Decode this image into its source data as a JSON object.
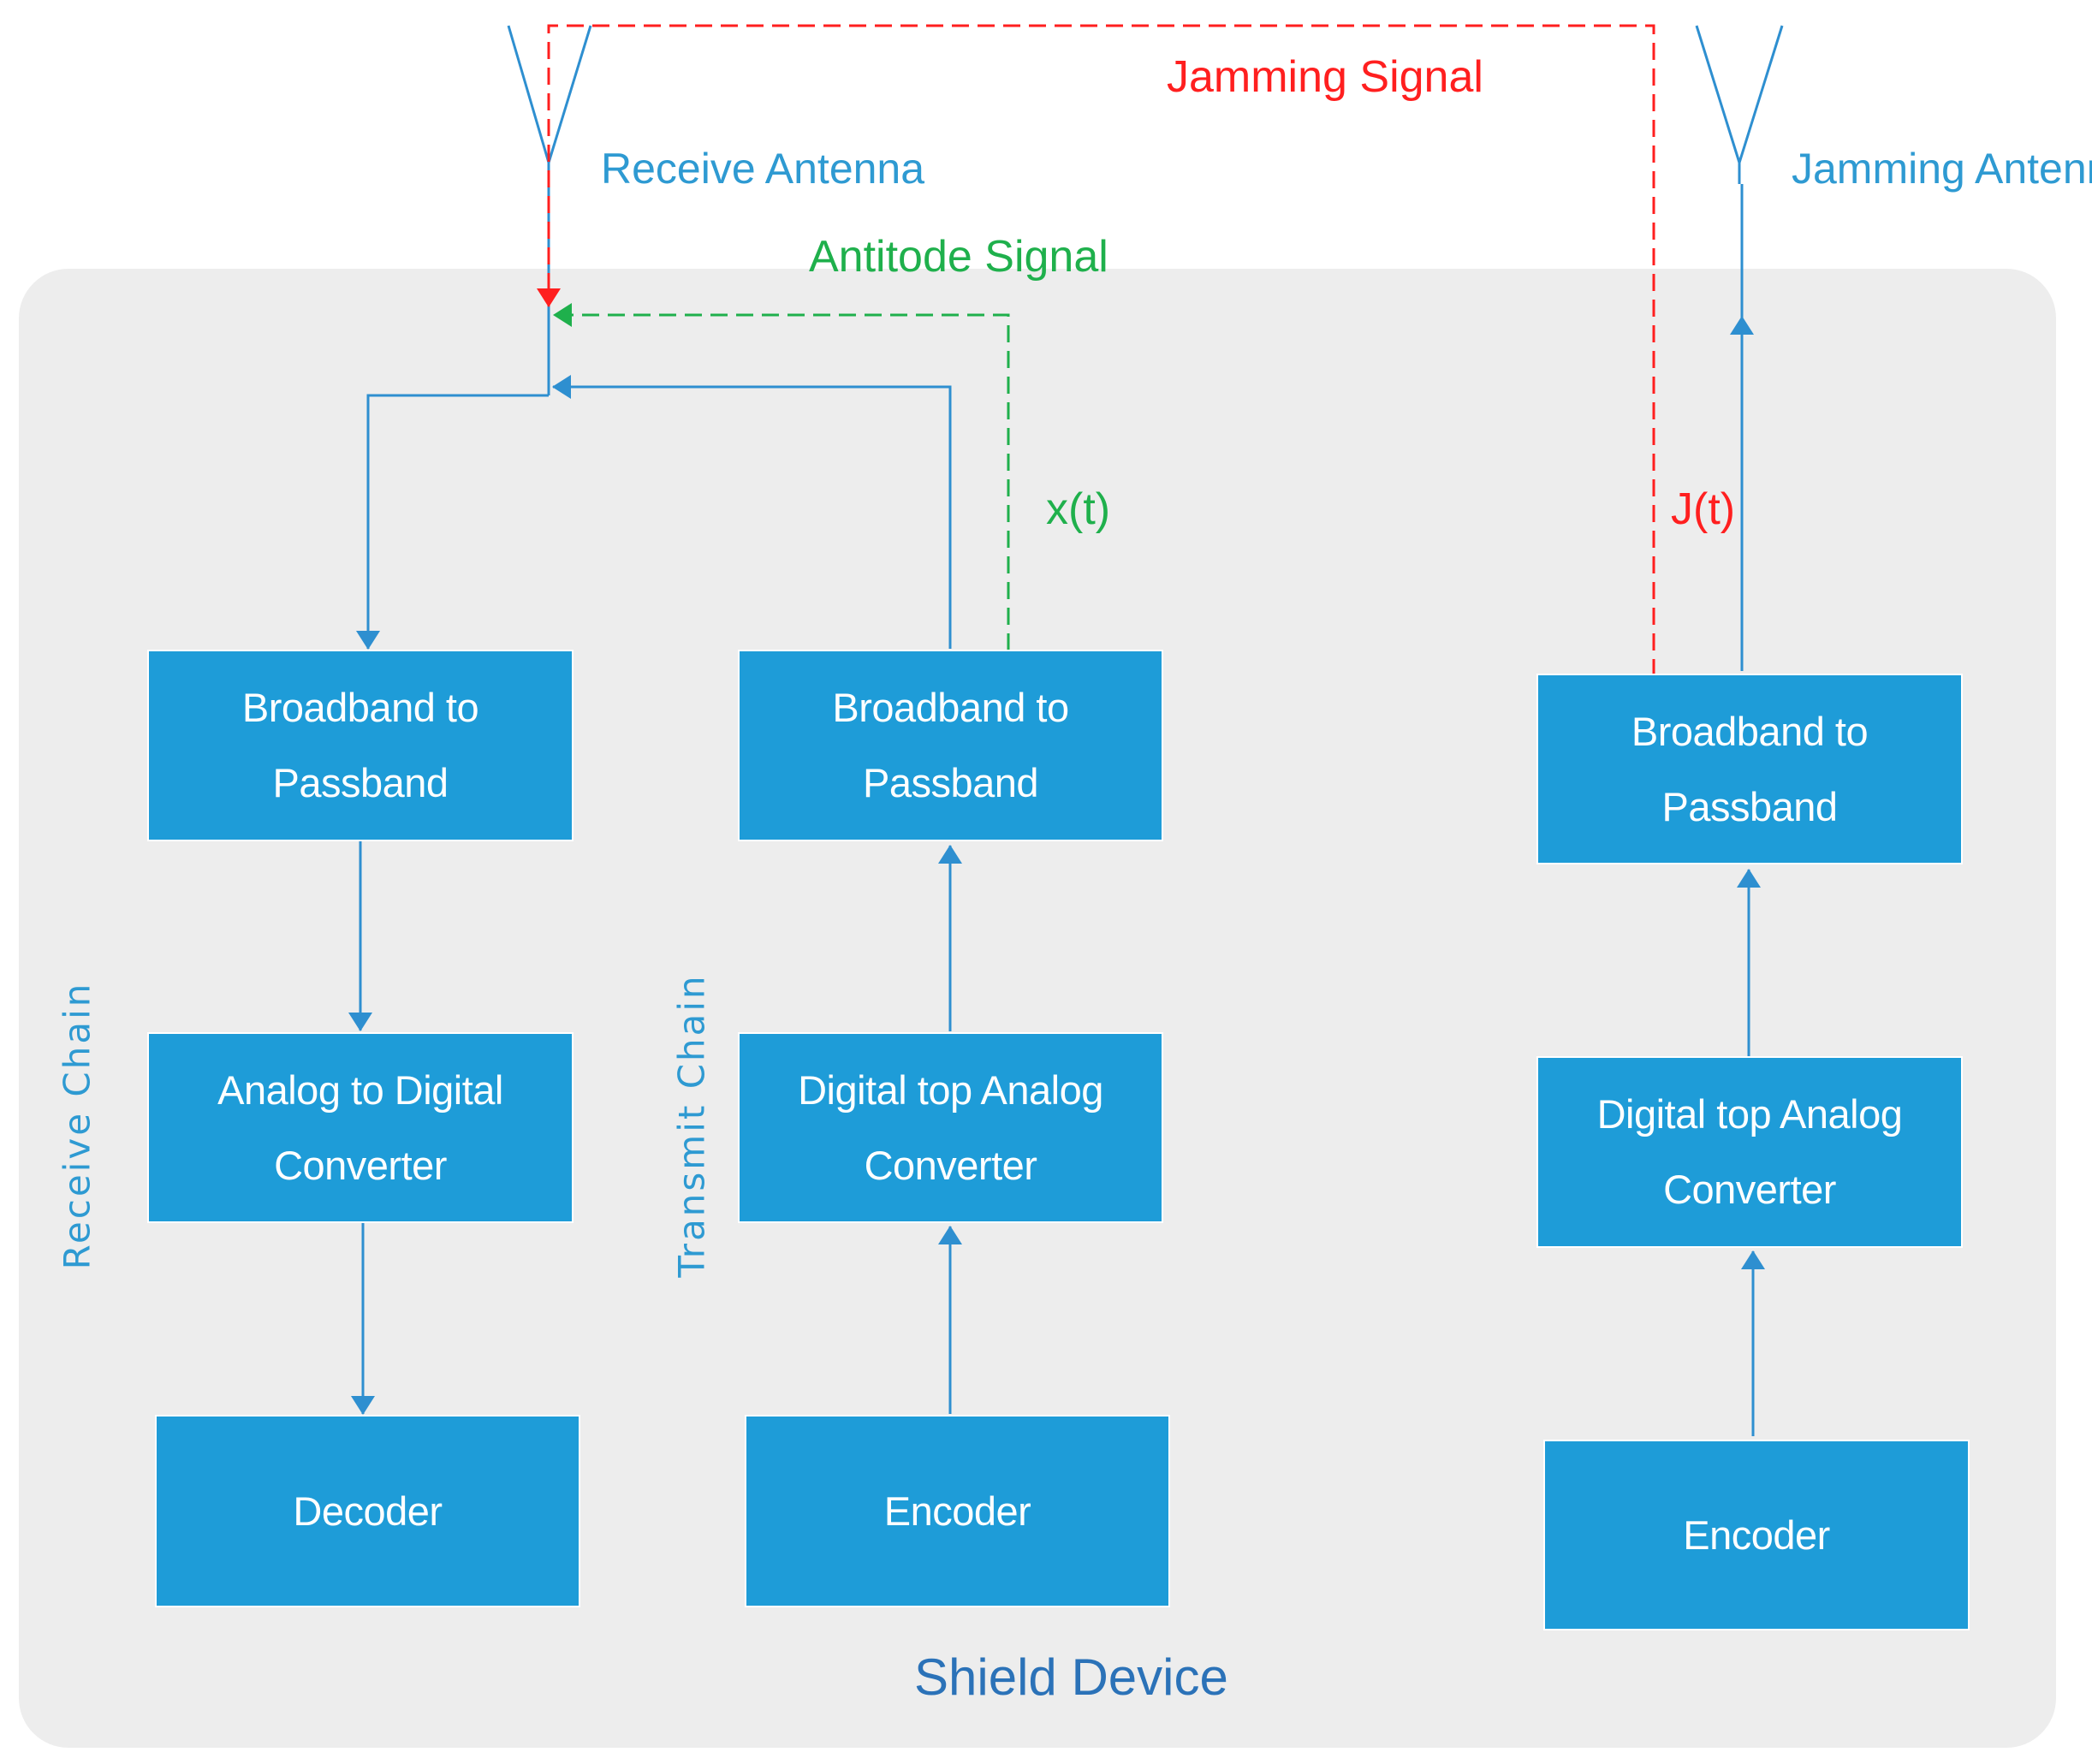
{
  "blocks": {
    "rx_b2p": "Broadband to Passband",
    "rx_adc": "Analog to Digital\nConverter",
    "rx_decoder": "Decoder",
    "tx_b2p": "Broadband to Passband",
    "tx_dac": "Digital top Analog\nConverter",
    "tx_encoder": "Encoder",
    "jam_b2p": "Broadband to Passband",
    "jam_dac": "Digital top Analog\nConverter",
    "jam_encoder": "Encoder"
  },
  "labels": {
    "receive_antenna": "Receive Antenna",
    "jamming_antenna": "Jamming Antenna",
    "jamming_signal": "Jamming Signal",
    "antitode_signal": "Antitode Signal",
    "x_t": "x(t)",
    "j_t": "J(t)",
    "receive_chain": "Receive Chain",
    "transmit_chain": "Transmit Chain",
    "shield_device": "Shield Device"
  },
  "colors": {
    "block_fill": "#1e9cd8",
    "panel_fill": "#ededed",
    "connector": "#2e8fd0",
    "jamming_path": "#ff1f1f",
    "antitode_path": "#1fb04c",
    "shield_label": "#2b72b8"
  }
}
